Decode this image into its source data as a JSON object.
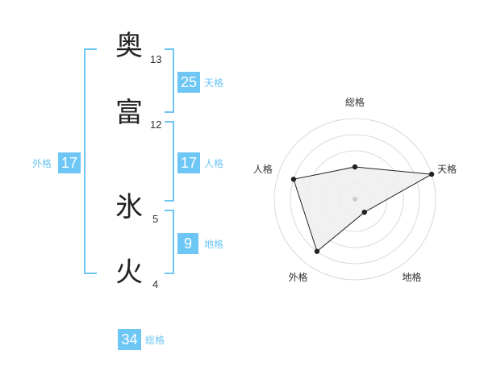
{
  "name_chars": [
    {
      "char": "奥",
      "strokes": "13"
    },
    {
      "char": "富",
      "strokes": "12"
    },
    {
      "char": "氷",
      "strokes": "5"
    },
    {
      "char": "火",
      "strokes": "4"
    }
  ],
  "fortunes": {
    "tenkaku": {
      "value": "25",
      "label": "天格"
    },
    "jinkaku": {
      "value": "17",
      "label": "人格"
    },
    "chikaku": {
      "value": "9",
      "label": "地格"
    },
    "gaikaku": {
      "value": "17",
      "label": "外格"
    },
    "soukaku": {
      "value": "34",
      "label": "総格"
    }
  },
  "colors": {
    "accent": "#6ec6f5",
    "radar_fill": "#efefef",
    "radar_line": "#222222"
  },
  "chart_data": {
    "type": "radar",
    "axes": [
      "総格",
      "天格",
      "地格",
      "外格",
      "人格"
    ],
    "rings": 5,
    "values": [
      2,
      5,
      1,
      4,
      4
    ],
    "max": 5
  }
}
